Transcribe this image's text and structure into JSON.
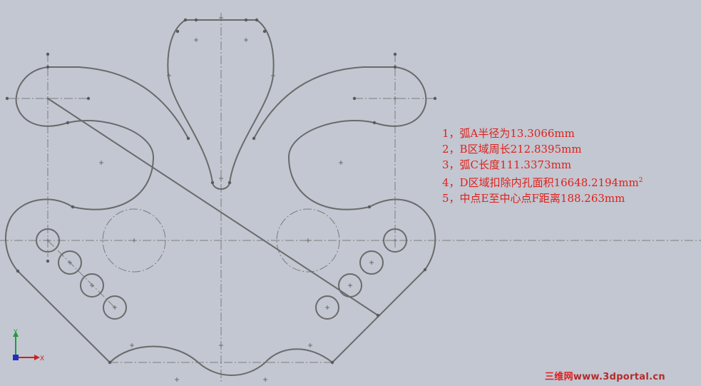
{
  "answers": [
    "1，弧A半径为13.3066mm",
    "2，B区域周长212.8395mm",
    "3，弧C长度111.3373mm",
    "4，D区域扣除内孔面积16648.2194mm",
    "5，中点E至中心点F距离188.263mm"
  ],
  "area_unit_sup": "2",
  "axis_y_label": "Y",
  "axis_x_label": "X",
  "watermark_brand": "三维网",
  "watermark_url": "www.3dportal.cn",
  "colors": {
    "background": "#c2c7d1",
    "sketch_line": "#6a6a6a",
    "construction_line": "#7d7d7d",
    "answer_text": "#e0201c",
    "axis_y": "#1f9c3a",
    "axis_x": "#d02020",
    "axis_origin": "#2030c0"
  }
}
